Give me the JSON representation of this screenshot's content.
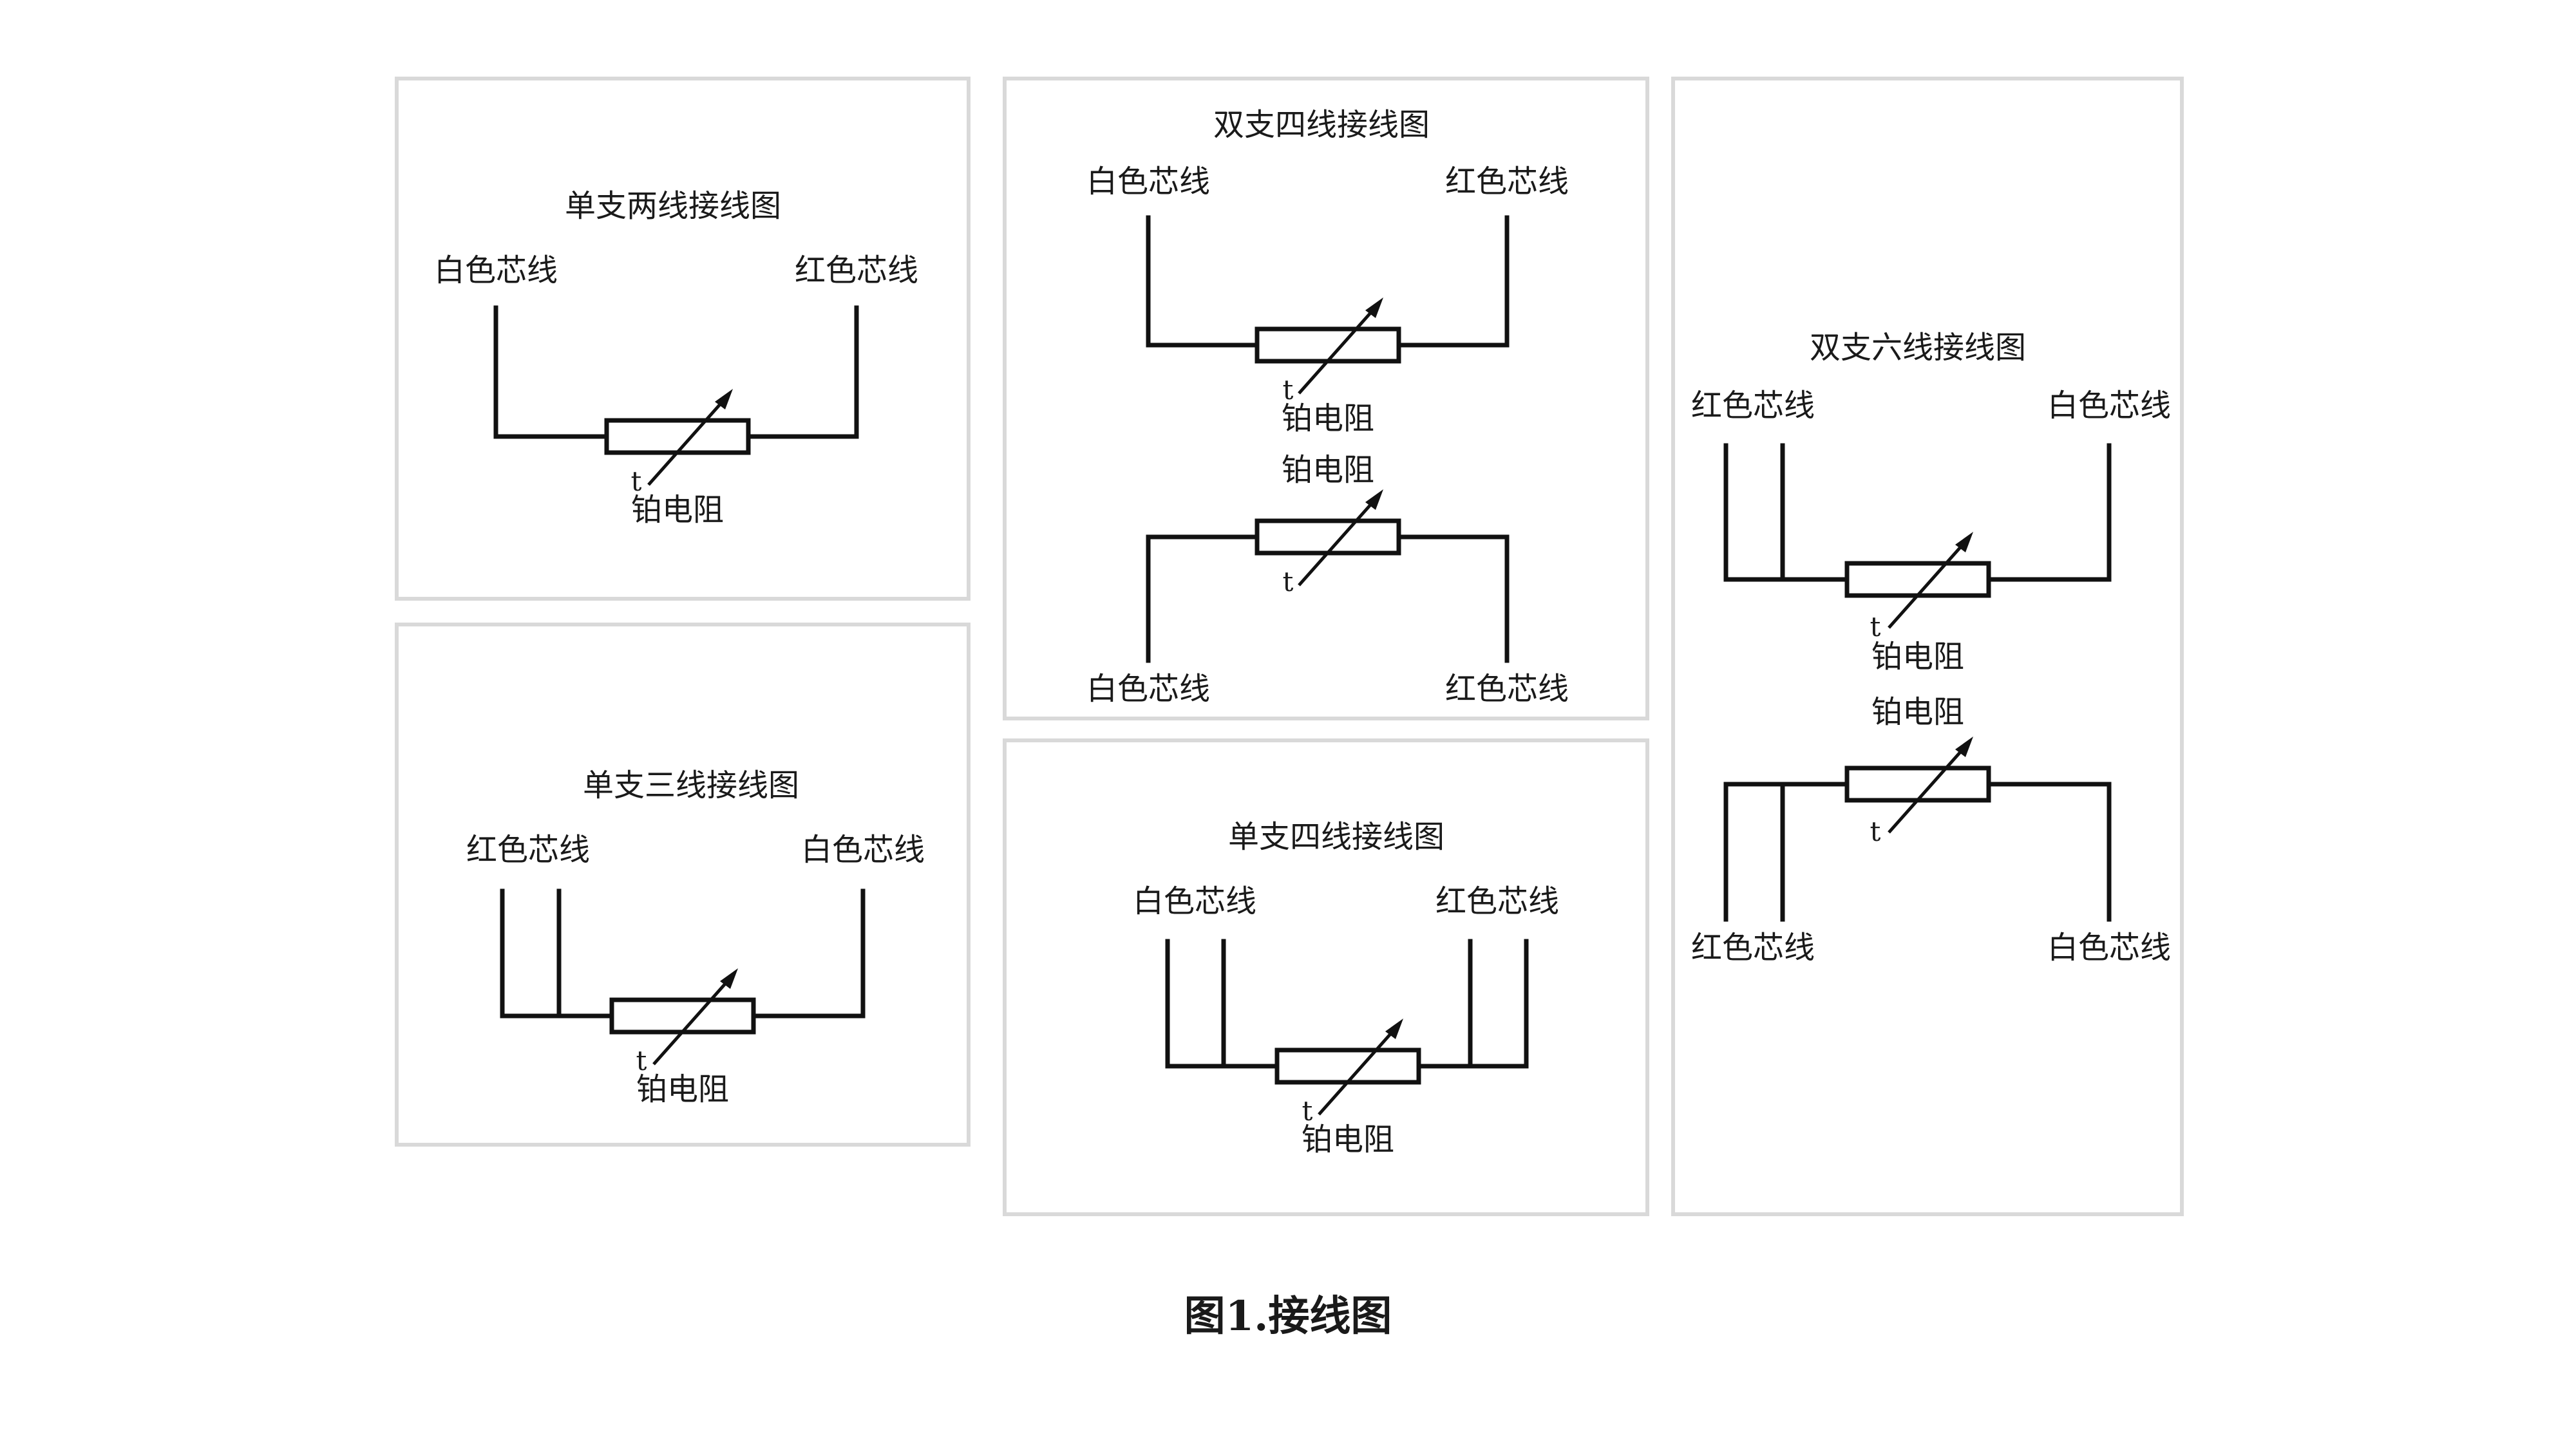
{
  "caption": "图1.接线图",
  "labels": {
    "white_wire": "白色芯线",
    "red_wire": "红色芯线",
    "resistor": "铂电阻",
    "temp_symbol": "t"
  },
  "panels": {
    "single_two": {
      "title": "单支两线接线图"
    },
    "single_three": {
      "title": "单支三线接线图"
    },
    "double_four": {
      "title": "双支四线接线图"
    },
    "single_four": {
      "title": "单支四线接线图"
    },
    "double_six": {
      "title": "双支六线接线图"
    }
  }
}
